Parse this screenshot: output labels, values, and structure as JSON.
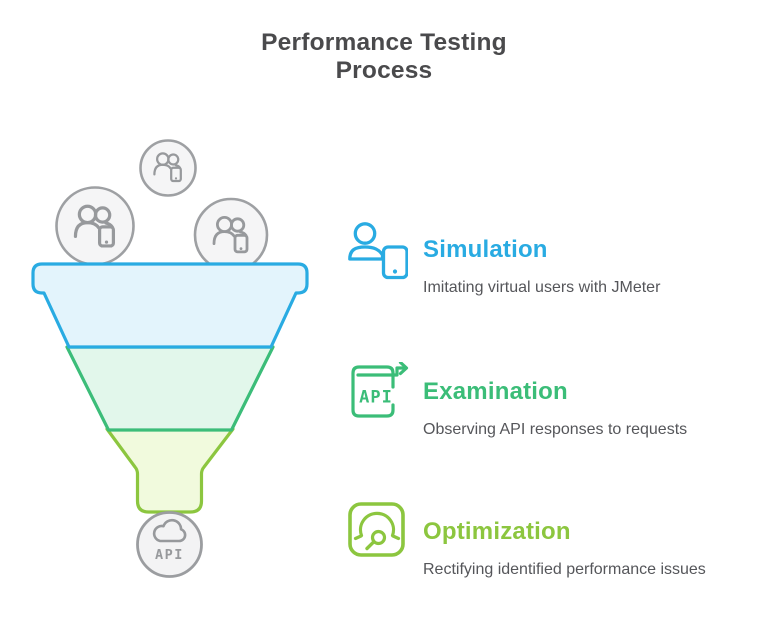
{
  "title": {
    "line1": "Performance Testing",
    "line2": "Process"
  },
  "steps": [
    {
      "label": "Simulation",
      "description": "Imitating virtual users with JMeter",
      "color": "#29abe2",
      "icon": "user-with-tablet-icon"
    },
    {
      "label": "Examination",
      "description": "Observing API responses to requests",
      "color": "#3bbd78",
      "icon": "api-document-export-icon",
      "icon_text": "API"
    },
    {
      "label": "Optimization",
      "description": "Rectifying identified performance issues",
      "color": "#8cc63f",
      "icon": "gauge-icon"
    }
  ],
  "funnel": {
    "segments": [
      {
        "name": "simulation",
        "fill": "#e3f4fc",
        "stroke": "#29abe2"
      },
      {
        "name": "examination",
        "fill": "#e2f7eb",
        "stroke": "#3cbd79"
      },
      {
        "name": "optimization",
        "fill": "#f1fadd",
        "stroke": "#8cc63f"
      }
    ],
    "input_icon": "users-with-device-icon",
    "output_icon": "cloud-icon",
    "output_label": "API"
  },
  "colors": {
    "title": "#4a4a4c",
    "description": "#55565a",
    "circle_border": "#9ea0a3",
    "circle_fill": "#f5f5f6",
    "icon_gray": "#97999c",
    "background": "#ffffff"
  }
}
